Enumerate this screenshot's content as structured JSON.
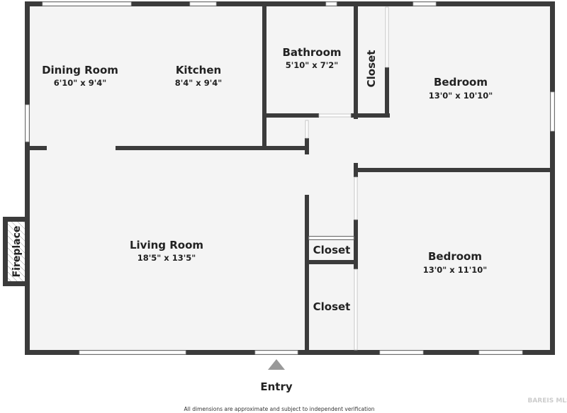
{
  "rooms": [
    {
      "name": "Dining Room",
      "size": "6'10\" x 9'4\""
    },
    {
      "name": "Kitchen",
      "size": "8'4\" x 9'4\""
    },
    {
      "name": "Bathroom",
      "size": "5'10\" x 7'2\""
    },
    {
      "name": "Closet"
    },
    {
      "name": "Bedroom",
      "size": "13'0\" x 10'10\""
    },
    {
      "name": "Living Room",
      "size": "18'5\" x 13'5\""
    },
    {
      "name": "Closet"
    },
    {
      "name": "Bedroom",
      "size": "13'0\" x 11'10\""
    },
    {
      "name": "Closet"
    }
  ],
  "fireplace": "Fireplace",
  "entry": "Entry",
  "footer": "All dimensions are approximate and subject to independent verification",
  "watermark": "BAREIS MLS",
  "colors": {
    "wall": "#3b3b3b",
    "floor": "#f4f4f4",
    "window": "#ffffff"
  }
}
